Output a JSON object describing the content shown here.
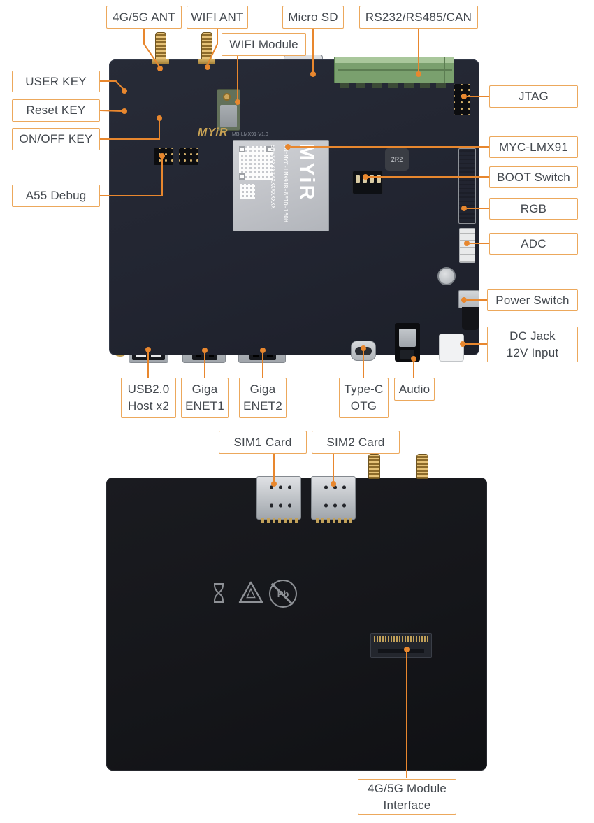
{
  "front_view": {
    "callout_labels": {
      "ant_4g5g": "4G/5G ANT",
      "wifi_ant": "WIFI ANT",
      "micro_sd": "Micro SD",
      "rs232": "RS232/RS485/CAN",
      "wifi_module": "WIFI Module",
      "user_key": "USER KEY",
      "reset_key": "Reset KEY",
      "onoff_key": "ON/OFF KEY",
      "a55_debug": "A55 Debug",
      "jtag": "JTAG",
      "myc_lmx91": "MYC-LMX91",
      "boot_switch": "BOOT Switch",
      "rgb": "RGB",
      "adc": "ADC",
      "power_switch": "Power Switch",
      "dc_jack": {
        "line1": "DC Jack",
        "line2": "12V Input"
      },
      "usb_host": {
        "line1": "USB2.0",
        "line2": "Host x2"
      },
      "giga_enet1": {
        "line1": "Giga",
        "line2": "ENET1"
      },
      "giga_enet2": {
        "line1": "Giga",
        "line2": "ENET2"
      },
      "type_c_otg": {
        "line1": "Type-C",
        "line2": "OTG"
      },
      "audio": "Audio"
    },
    "silkscreen": {
      "brand_logo": "MYiR",
      "board_name": "MB-LMX91-V1.0",
      "inductor_marking": "2R2"
    },
    "som_module": {
      "brand_logo": "MYiR",
      "part_number": "PN:MYC-LMX91R-8E1D-160H",
      "serial_number": "SN:XXXXXXXXXXXXXXXX"
    }
  },
  "back_view": {
    "callout_labels": {
      "sim1": "SIM1 Card",
      "sim2": "SIM2 Card",
      "module_4g5g": {
        "line1": "4G/5G Module",
        "line2": "Interface"
      }
    },
    "markings": {
      "pb_free": "Pb"
    }
  },
  "colors": {
    "accent_line": "#E8872E",
    "label_border": "#ECA85C",
    "label_text": "#43484E",
    "pcb_front": "#222531",
    "pcb_back": "#15161A"
  }
}
